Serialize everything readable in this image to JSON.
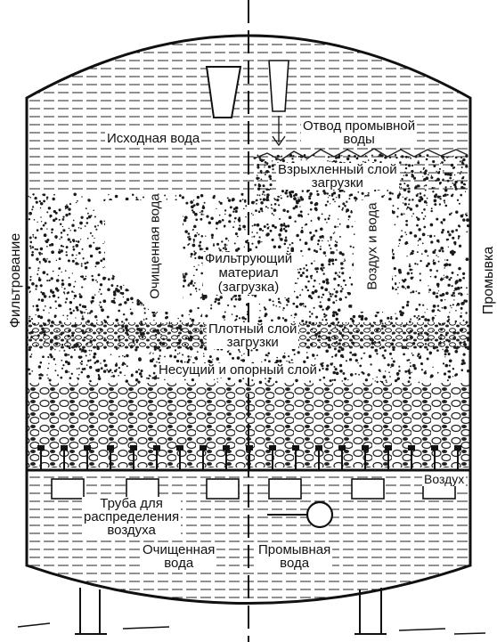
{
  "labels": {
    "side_left": "Фильтрование",
    "side_right": "Промывка",
    "raw_water": "Исходная вода",
    "wash_outlet": "Отвод промывной\nводы",
    "fluidized_layer": "Взрыхленный слой\nзагрузки",
    "clean_water_vertical": "Очищенная вода",
    "air_water_vertical": "Воздух и вода",
    "filter_media": "Фильтрующий\nматериал\n(загрузка)",
    "dense_layer": "Плотный слой\nзагрузки",
    "support_layer": "Несущий и опорный слой",
    "air": "Воздух",
    "air_pipe": "Труба для\nраспределения\nвоздуха",
    "clean_water_bottom": "Очищенная\nвода",
    "wash_water_bottom": "Промывная\nвода"
  }
}
